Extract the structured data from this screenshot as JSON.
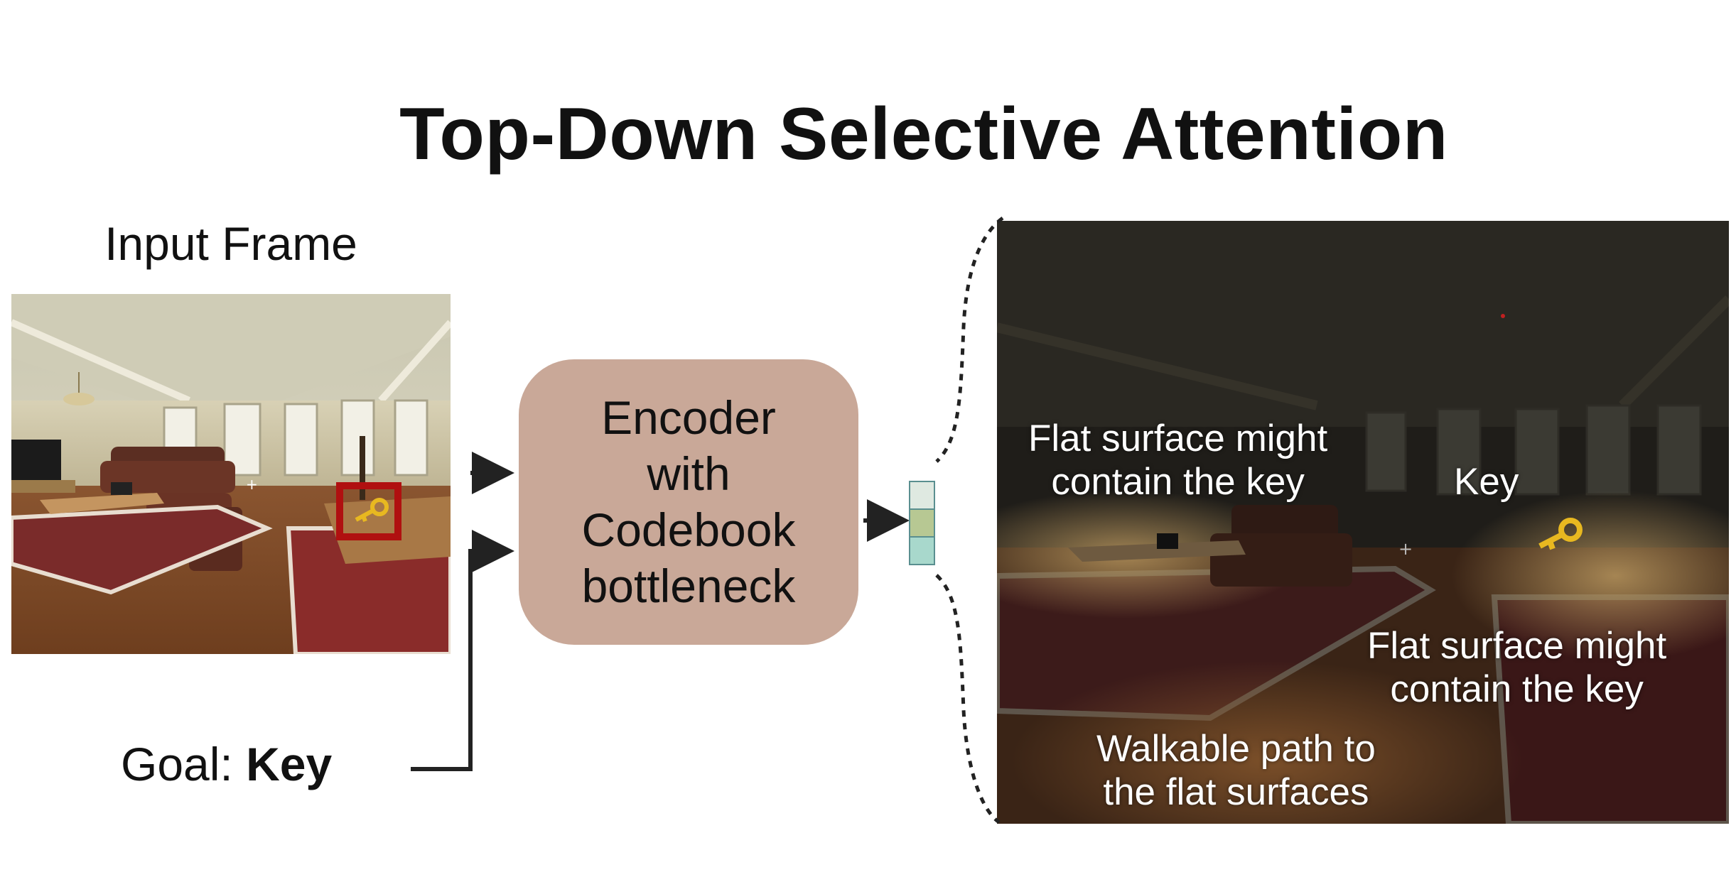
{
  "title": "Top-Down Selective Attention",
  "input": {
    "label": "Input Frame",
    "target_icon": "key-icon"
  },
  "encoder": {
    "lines": [
      "Encoder",
      "with",
      "Codebook",
      "bottleneck"
    ]
  },
  "goal": {
    "prefix": "Goal: ",
    "value": "Key"
  },
  "codebook": {
    "colors": [
      "#dfe9e1",
      "#b7c893",
      "#a8d8cc"
    ]
  },
  "attention": {
    "annotations": {
      "surface1": [
        "Flat surface might",
        "contain the key"
      ],
      "key": "Key",
      "surface2": [
        "Flat surface might",
        "contain the key"
      ],
      "path": [
        "Walkable path to",
        "the flat surfaces"
      ]
    }
  },
  "colors": {
    "highlight_box": "#b01010",
    "encoder_fill": "#c9a898",
    "key_gold": "#e8b820"
  }
}
